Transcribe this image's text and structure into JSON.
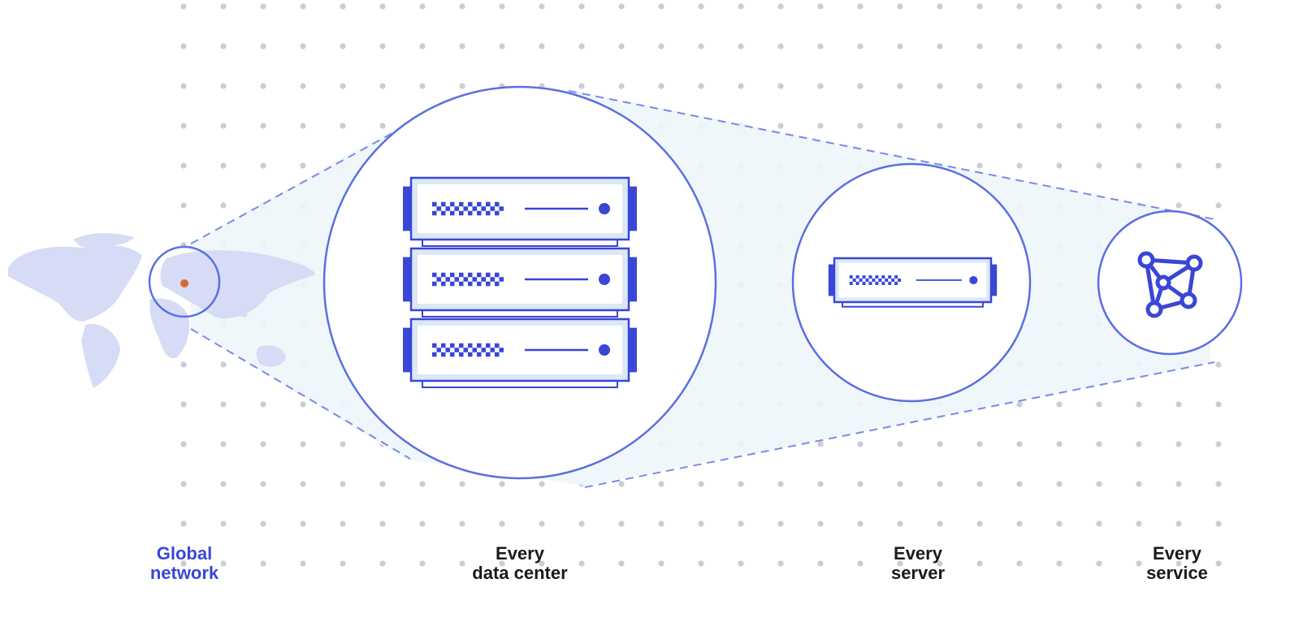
{
  "colors": {
    "dot_grey": "#c9ccd9",
    "dot_orange": "#d9692b",
    "ring_stroke": "#5a6fe0",
    "cone_fill": "#eef6f9",
    "cone_dash": "#7c8ae6",
    "server_stroke": "#3946d6",
    "server_fill": "#dbe8f5",
    "continent_fill": "#d6dcf5",
    "label_accent": "#3946d6",
    "label_dark": "#1a1a1a"
  },
  "stages": [
    {
      "key": "global",
      "icon": "world-map-icon",
      "label_line1": "Global",
      "label_line2": "network"
    },
    {
      "key": "datacenter",
      "icon": "server-rack-icon",
      "label_line1": "Every",
      "label_line2": "data center"
    },
    {
      "key": "server",
      "icon": "server-unit-icon",
      "label_line1": "Every",
      "label_line2": "server"
    },
    {
      "key": "service",
      "icon": "service-network-icon",
      "label_line1": "Every",
      "label_line2": "service"
    }
  ]
}
